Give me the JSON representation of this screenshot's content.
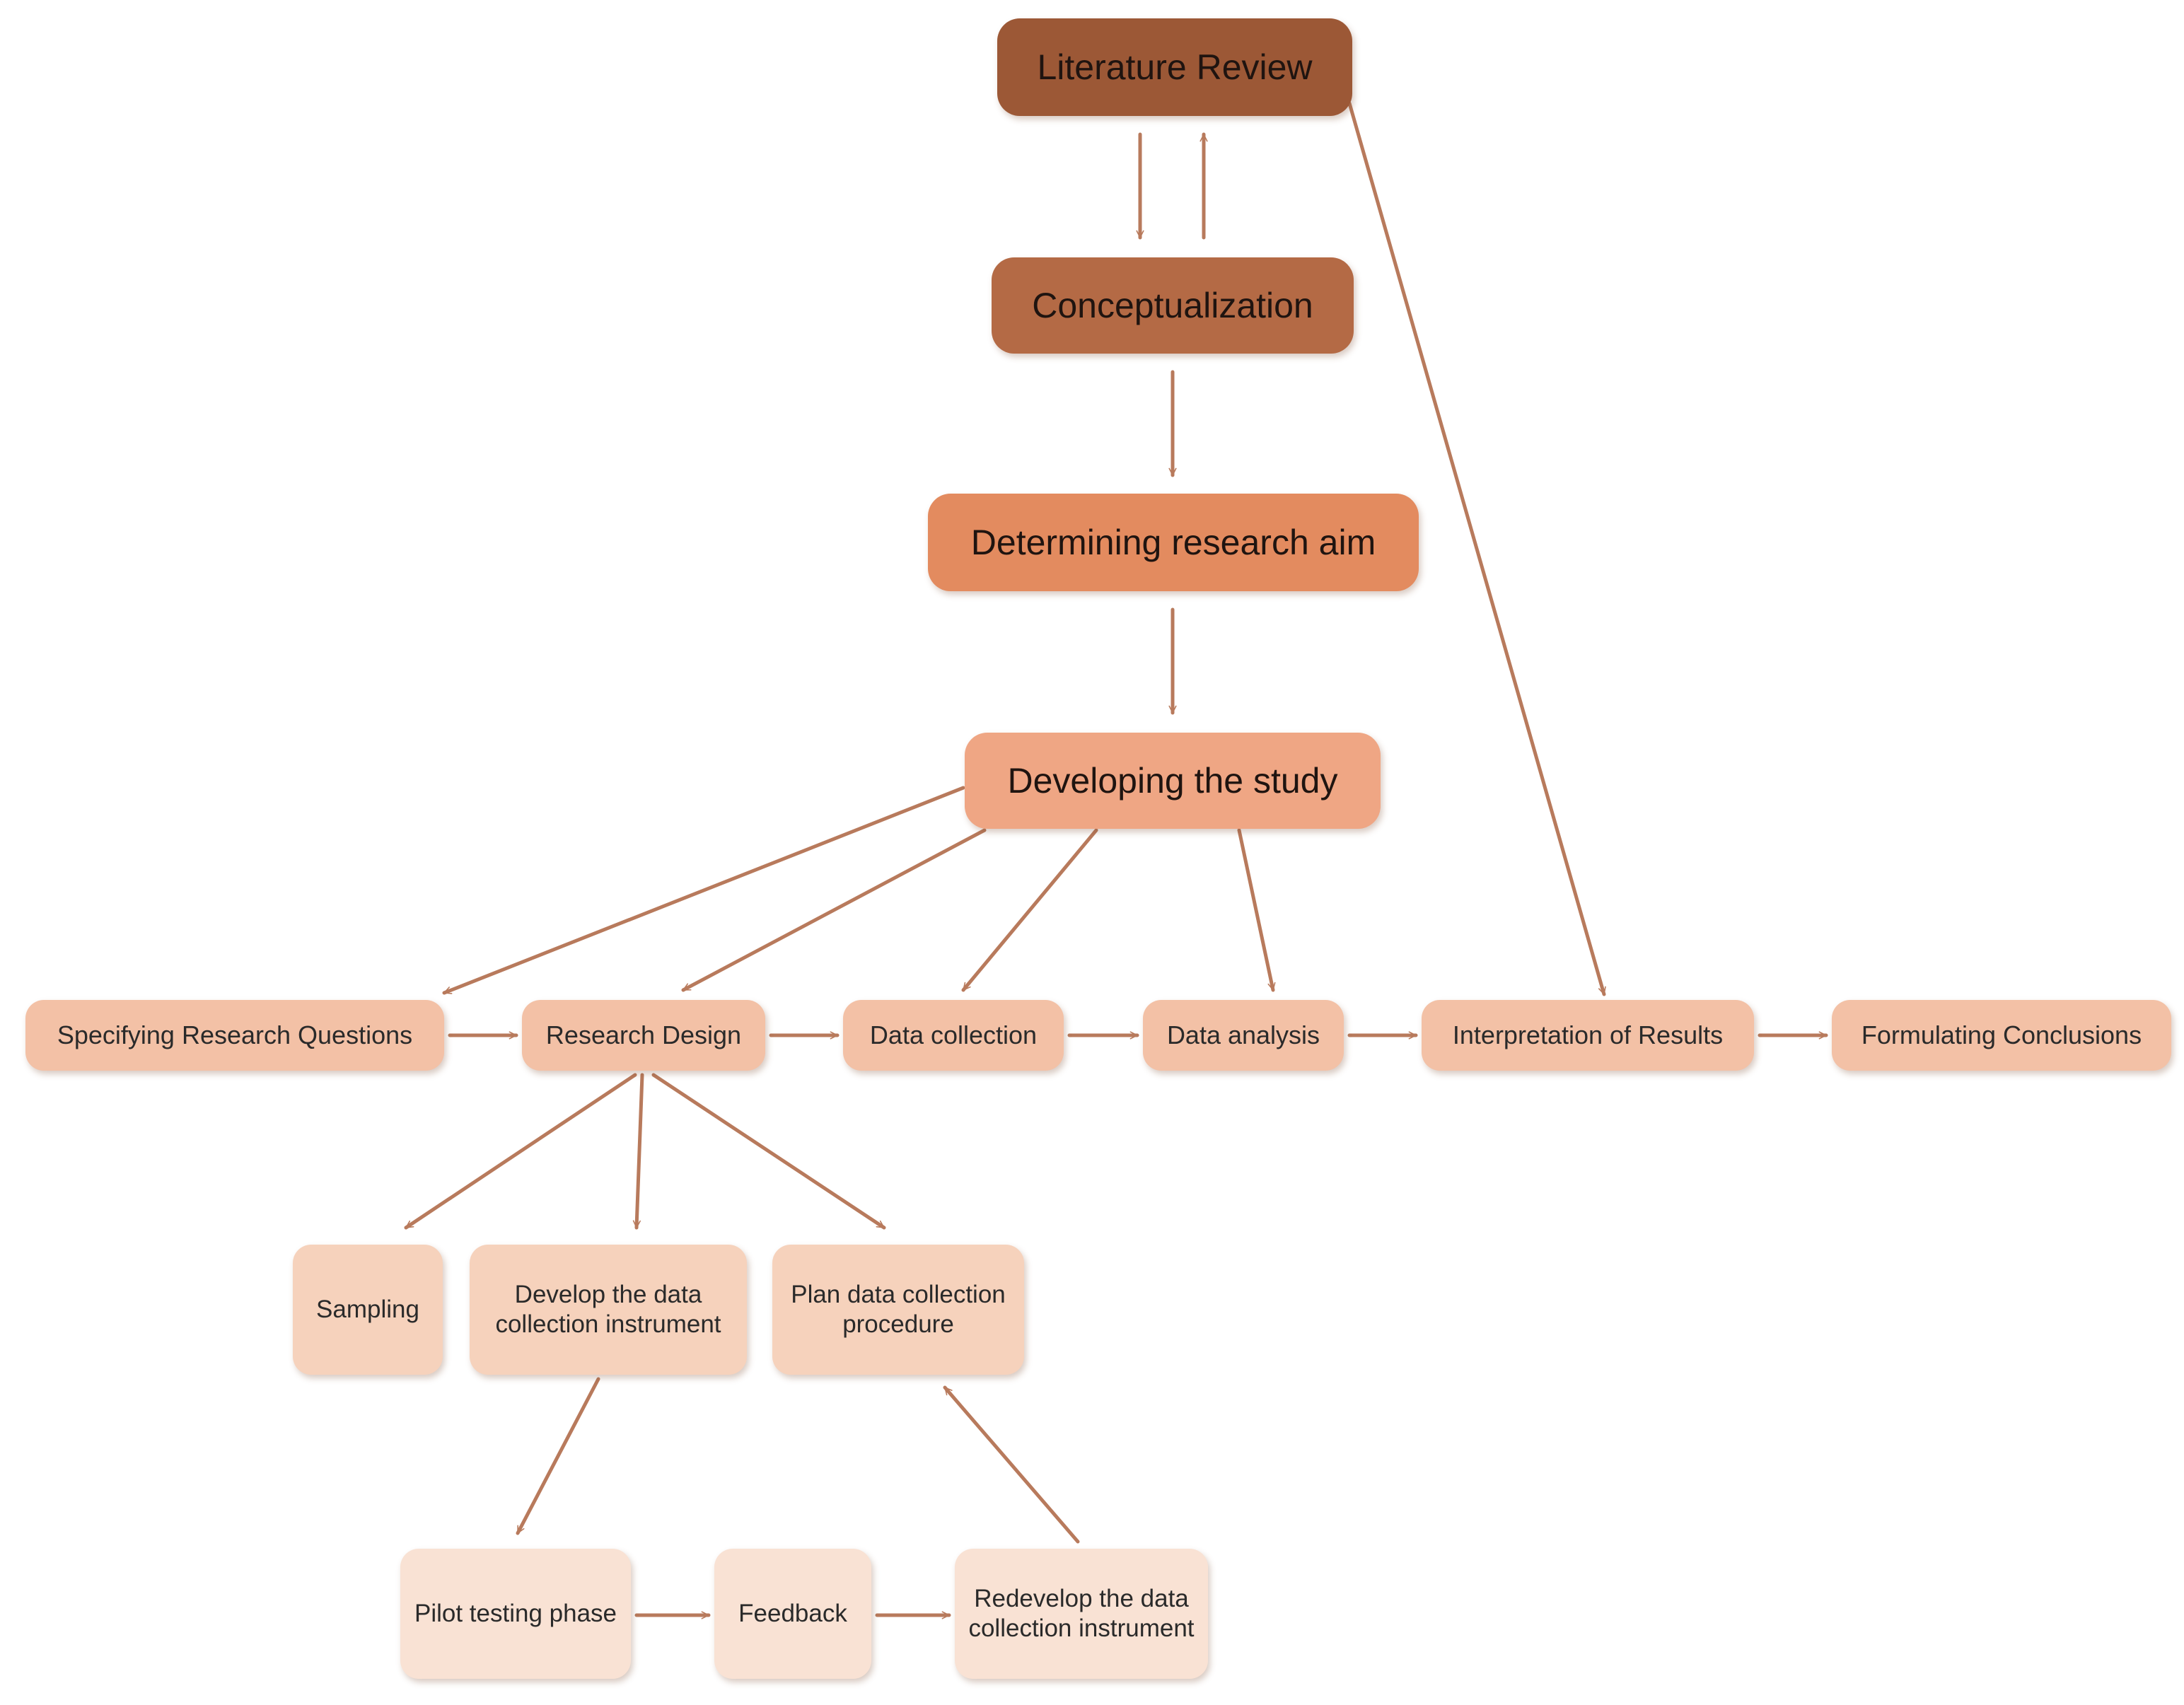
{
  "diagram": {
    "colors": {
      "arrow": "#b87a5c",
      "level1_dark": "#9c5836",
      "level1_mid": "#b46a45",
      "level1_light": "#e38b5f",
      "level1_lightest": "#efa684",
      "level2": "#f3c1a6",
      "level3": "#f6d2bc",
      "level4": "#f9e2d4"
    },
    "nodes": {
      "literature_review": "Literature Review",
      "conceptualization": "Conceptualization",
      "determining_research_aim": "Determining research aim",
      "developing_the_study": "Developing the study",
      "specifying_research_questions": "Specifying Research Questions",
      "research_design": "Research Design",
      "data_collection": "Data collection",
      "data_analysis": "Data analysis",
      "interpretation_of_results": "Interpretation of Results",
      "formulating_conclusions": "Formulating Conclusions",
      "sampling": "Sampling",
      "develop_instrument": "Develop the data collection instrument",
      "plan_procedure": "Plan data collection procedure",
      "pilot_testing": "Pilot testing phase",
      "feedback": "Feedback",
      "redevelop_instrument": "Redevelop the data collection instrument"
    },
    "edges": [
      {
        "from": "literature_review",
        "to": "conceptualization"
      },
      {
        "from": "conceptualization",
        "to": "literature_review"
      },
      {
        "from": "literature_review",
        "to": "interpretation_of_results"
      },
      {
        "from": "conceptualization",
        "to": "determining_research_aim"
      },
      {
        "from": "determining_research_aim",
        "to": "developing_the_study"
      },
      {
        "from": "developing_the_study",
        "to": "specifying_research_questions"
      },
      {
        "from": "developing_the_study",
        "to": "research_design"
      },
      {
        "from": "developing_the_study",
        "to": "data_collection"
      },
      {
        "from": "developing_the_study",
        "to": "data_analysis"
      },
      {
        "from": "specifying_research_questions",
        "to": "research_design"
      },
      {
        "from": "research_design",
        "to": "data_collection"
      },
      {
        "from": "data_collection",
        "to": "data_analysis"
      },
      {
        "from": "data_analysis",
        "to": "interpretation_of_results"
      },
      {
        "from": "interpretation_of_results",
        "to": "formulating_conclusions"
      },
      {
        "from": "research_design",
        "to": "sampling"
      },
      {
        "from": "research_design",
        "to": "develop_instrument"
      },
      {
        "from": "research_design",
        "to": "plan_procedure"
      },
      {
        "from": "develop_instrument",
        "to": "pilot_testing"
      },
      {
        "from": "pilot_testing",
        "to": "feedback"
      },
      {
        "from": "feedback",
        "to": "redevelop_instrument"
      },
      {
        "from": "redevelop_instrument",
        "to": "plan_procedure"
      }
    ]
  }
}
